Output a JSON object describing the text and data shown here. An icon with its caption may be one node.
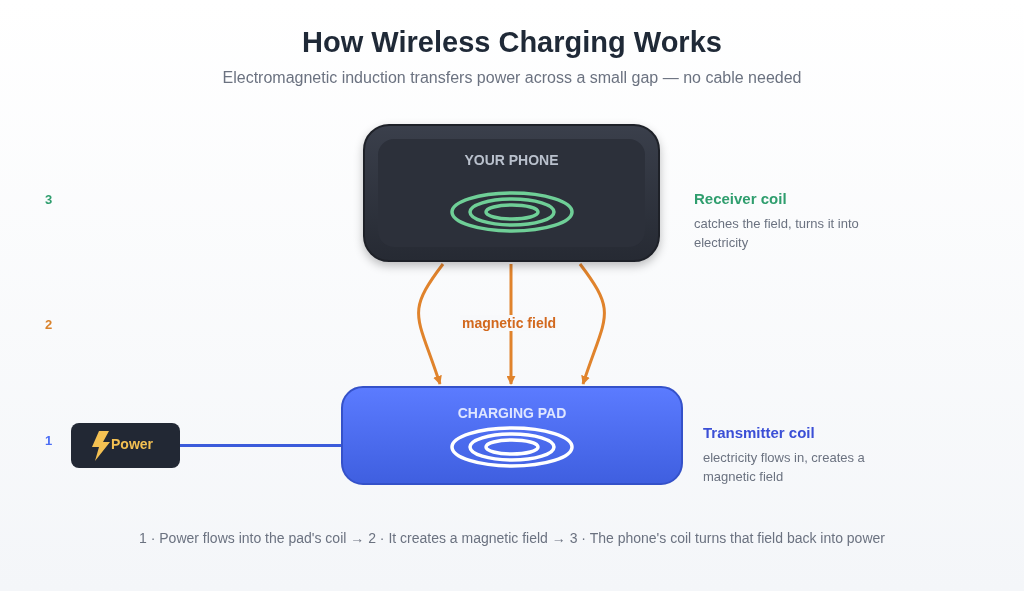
{
  "diagram": {
    "title": "How Wireless Charging Works",
    "nodes": [
      {
        "text": [
          "YOUR PHONE"
        ],
        "beside": [
          "Receiver coil",
          "catches the field, turns it into electricity"
        ]
      },
      {
        "text": [
          "CHARGING PAD"
        ],
        "beside": [
          "Transmitter coil",
          "electricity flows in, creates a magnetic field"
        ]
      },
      {
        "text": [
          "Power"
        ]
      }
    ],
    "edges": [
      {
        "from": 0,
        "to": 1,
        "arrow": "to"
      },
      {
        "from": 0,
        "to": 1,
        "arrow": "to",
        "label": "magnetic field"
      },
      {
        "from": 0,
        "to": 1,
        "arrow": "to"
      },
      {
        "from": 2,
        "to": 1,
        "arrow": "none",
        "color": "#3b5bdb"
      }
    ],
    "labels": [
      "Electromagnetic induction transfers power across a small gap — no cable needed",
      "3",
      "2",
      "1",
      "1 · Power flows into the pad's coil → 2 · It creates a magnetic field → 3 · The phone's coil turns that field back into power"
    ]
  }
}
